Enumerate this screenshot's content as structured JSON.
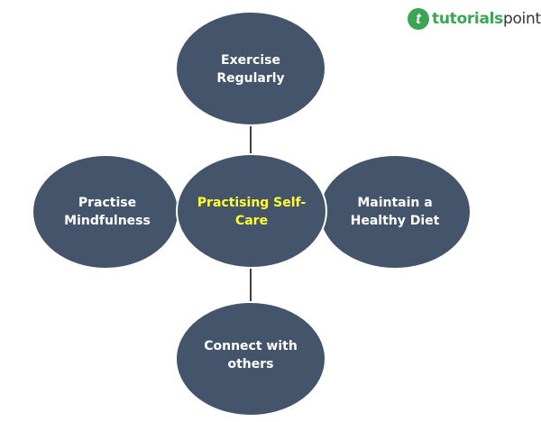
{
  "brand": {
    "name_part1": "tutorials",
    "name_part2": "point",
    "mark": "t",
    "color": "#3aa655"
  },
  "diagram": {
    "center": {
      "line1": "Practising Self-",
      "line2": "Care"
    },
    "nodes": {
      "top": {
        "line1": "Exercise",
        "line2": "Regularly"
      },
      "left": {
        "line1": "Practise",
        "line2": "Mindfulness"
      },
      "right": {
        "line1": "Maintain a",
        "line2": "Healthy Diet"
      },
      "bottom": {
        "line1": "Connect with",
        "line2": "others"
      }
    },
    "colors": {
      "fill": "#44546a",
      "center_text": "#ffff33",
      "text": "#ffffff"
    }
  }
}
